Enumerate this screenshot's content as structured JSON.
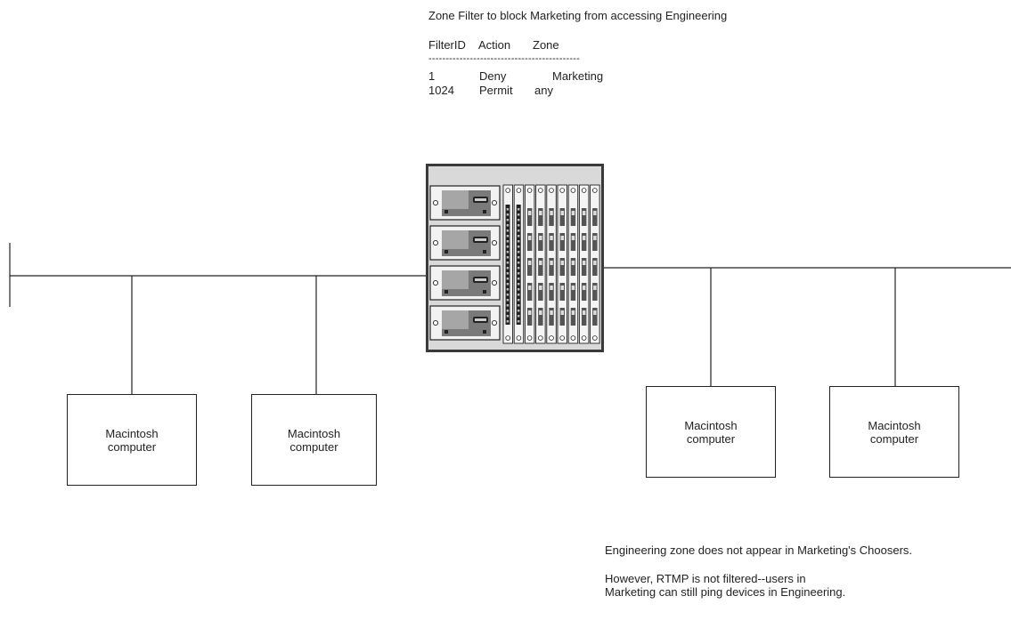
{
  "filter": {
    "title": "Zone Filter to block Marketing from accessing Engineering",
    "headers": [
      "FilterID",
      "Action",
      "Zone"
    ],
    "separator": "--------------------------------------------",
    "rows": [
      [
        "1",
        "Deny",
        "Marketing"
      ],
      [
        "1024",
        "Permit",
        "any"
      ]
    ]
  },
  "computers": [
    {
      "line1": "Macintosh",
      "line2": "computer"
    },
    {
      "line1": "Macintosh",
      "line2": "computer"
    },
    {
      "line1": "Macintosh",
      "line2": "computer"
    },
    {
      "line1": "Macintosh",
      "line2": "computer"
    }
  ],
  "notes": {
    "line1": "Engineering zone does not appear in Marketing's Choosers.",
    "line2": "However, RTMP is not filtered--users in",
    "line3": "Marketing can still ping devices in Engineering."
  },
  "icons": {
    "router": "router-chassis-icon"
  }
}
